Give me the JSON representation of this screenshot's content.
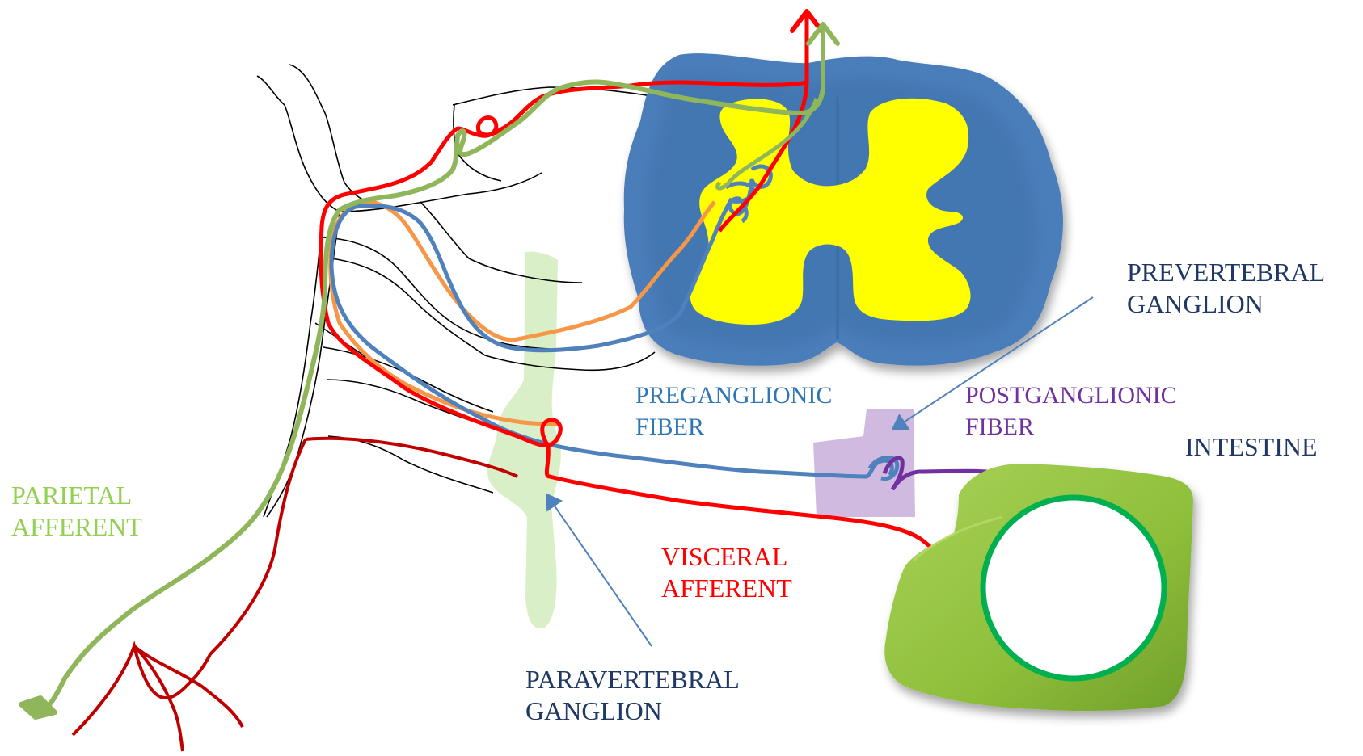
{
  "labels": {
    "prevertebral_ganglion": {
      "line1": "PREVERTEBRAL",
      "line2": "GANGLION",
      "color": "#1f3864"
    },
    "preganglionic_fiber": {
      "line1": "PREGANGLIONIC",
      "line2": "FIBER",
      "color": "#2e75b6"
    },
    "postganglionic_fiber": {
      "line1": "POSTGANGLIONIC",
      "line2": "FIBER",
      "color": "#7030a0"
    },
    "intestine": {
      "line1": "INTESTINE",
      "color": "#1f3864"
    },
    "parietal_afferent": {
      "line1": "PARIETAL",
      "line2": "AFFERENT",
      "color": "#92d050"
    },
    "visceral_afferent": {
      "line1": "VISCERAL",
      "line2": "AFFERENT",
      "color": "#ff0000"
    },
    "paravertebral_ganglion": {
      "line1": "PARAVERTEBRAL",
      "line2": "GANGLION",
      "color": "#1f3864"
    }
  },
  "colors": {
    "spinal_cord_white_matter": "#4a7ebb",
    "spinal_cord_gray_matter": "#ffff00",
    "visceral_afferent_fiber": "#ff0000",
    "parietal_afferent_fiber": "#8fb65a",
    "preganglionic_fiber": "#4f81bd",
    "orange_fiber": "#f79646",
    "postganglionic_fiber": "#7030a0",
    "paravertebral_ganglion": "#d7eec4",
    "prevertebral_ganglion": "#ccb3dd",
    "intestine_wall": "#8ebf3a",
    "intestine_lumen_border": "#00b050",
    "nerve_outline": "#000000",
    "pointer_line": "#4f81bd"
  }
}
